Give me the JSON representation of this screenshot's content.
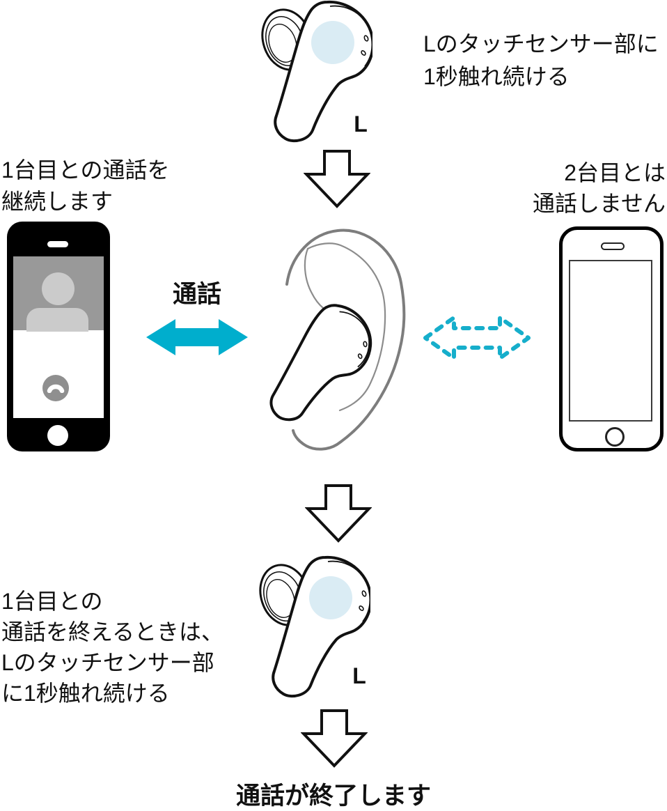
{
  "colors": {
    "accent_cyan": "#00AECD",
    "dashed_cyan": "#16AECB",
    "sensor_blue": "#DAECF4",
    "screen_gray": "#999999",
    "silhouette_gray": "#CBCBCB"
  },
  "top_step": {
    "instruction_lines": [
      "Lのタッチセンサー部に",
      "1秒触れ続ける"
    ],
    "earbud_label": "L"
  },
  "middle": {
    "phone1_caption_lines": [
      "1台目との通話を",
      "継続します"
    ],
    "call_link_label": "通話",
    "phone2_caption_lines": [
      "2台目とは",
      "通話しません"
    ]
  },
  "bottom_step": {
    "caption_lines": [
      "1台目との",
      "通話を終えるときは、",
      "Lのタッチセンサー部",
      "に1秒触れ続ける"
    ],
    "earbud_label": "L",
    "result_text": "通話が終了します"
  }
}
